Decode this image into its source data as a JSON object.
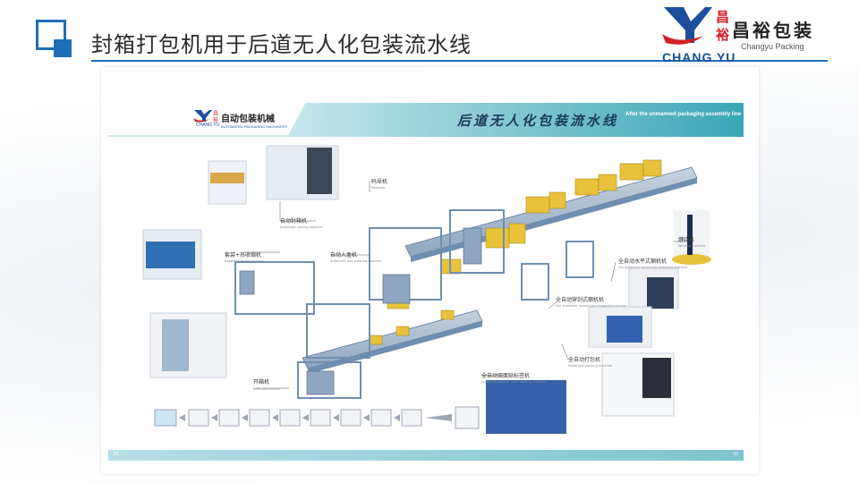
{
  "header": {
    "title": "封箱打包机用于后道无人化包装流水线"
  },
  "logo": {
    "chinese_mark": "昌裕",
    "chinese_name": "昌裕包装",
    "english_name": "Changyu Packing",
    "brand": "CHANG YU"
  },
  "poster": {
    "mini_logo_cn": "自动包装机械",
    "mini_logo_brand": "CHANG YU",
    "mini_logo_en": "AUTOMATED PACKAGING MACHINERY",
    "banner_title": "后道无人化包装流水线",
    "banner_subtitle": "After the unmanned packaging assembly line",
    "callouts": [
      {
        "label": "自动封箱机",
        "sub": "Automatic sealing machine"
      },
      {
        "label": "套袋+热收缩机",
        "sub": "Bagging+shrink machine"
      },
      {
        "label": "码垛机",
        "sub": "Palletizer"
      },
      {
        "label": "自动入盒机",
        "sub": "Automatic box entering machine"
      },
      {
        "label": "缠绕机",
        "sub": "Winding machine"
      },
      {
        "label": "全自动水平式捆机机",
        "sub": "Full automatic horizontal strapping machine"
      },
      {
        "label": "全自动穿剑式捆机机",
        "sub": "Full automatic sword type strapping machine"
      },
      {
        "label": "全自动打包机",
        "sub": "Automatic packing machine"
      },
      {
        "label": "开箱机",
        "sub": "Case erecting machine"
      },
      {
        "label": "全自动双面贴标签机",
        "sub": "Automatic double sided labeling machine"
      }
    ],
    "page_left": "01",
    "page_right": "02"
  },
  "colors": {
    "accent_blue": "#1f6fb7",
    "brand_red": "#d42027",
    "teal": "#3aa6b5",
    "machine_blue": "#6f8fb0",
    "box_yellow": "#e8c23a"
  }
}
